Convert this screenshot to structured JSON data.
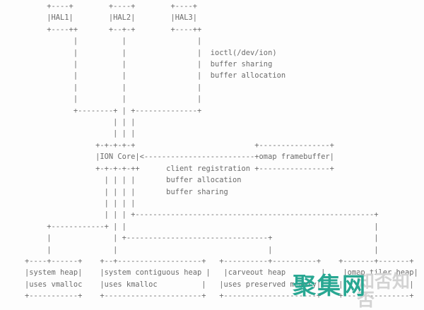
{
  "page": {
    "background": "#fdfdfd",
    "diagram_text_color": "#6b6b6b",
    "description": "ASCII art diagram of ION memory allocator architecture"
  },
  "diagram": {
    "boxes": [
      "HAL1",
      "HAL2",
      "HAL3",
      "ION Core",
      "omap framebuffer",
      "system heap",
      "system contiguous heap",
      "carveout heap",
      "omap tiler heap"
    ],
    "hal_annotations": [
      "ioctl(/dev/ion)",
      "buffer sharing",
      "buffer allocation"
    ],
    "ion_core_annotations": [
      "client registration",
      "buffer allocation",
      "buffer sharing"
    ],
    "heap_notes": [
      "uses vmalloc",
      "uses kmalloc",
      "uses preserved memory"
    ],
    "ascii_lines": [
      "     +----+        +----+        +----+",
      "     |HAL1|        |HAL2|        |HAL3|",
      "     +----++       +--+-+        +----++",
      "           |          |                |",
      "           |          |                |  ioctl(/dev/ion)",
      "           |          |                |  buffer sharing",
      "           |          |                |  buffer allocation",
      "           |          |                |",
      "           |          |                |",
      "           +--------+ | +--------------+",
      "                    | | |",
      "                    | | |",
      "                +-+-+-+-+                           +----------------+",
      "                |ION Core|<-------------------------+omap framebuffer|",
      "                +-+-+-+-++      client registration +----------------+",
      "                  | | | |       buffer allocation",
      "                  | | | |       buffer sharing",
      "                  | | | |",
      "                  | | | +------------------------------------------------------+",
      "     +------------+ | |                                                        |",
      "     |              | +--------------------------------+                       |",
      "     |              |                                  |                       |",
      "+----+------+    +--+-------------------+   +----------+----------+    +-------+-------+",
      "|system heap|    |system contiguous heap |   |carveout heap        |    |omap tiler heap|",
      "|uses vmalloc    |uses kmalloc          |   |uses preserved memory|    |               |",
      "+-----------+    +----------------------+   +---------------------+    +---------------+"
    ]
  },
  "watermark": {
    "brand": "聚集网",
    "brand_color": "#28a792",
    "tagline": "知否知否",
    "tagline_color": "#d3d3d3"
  }
}
